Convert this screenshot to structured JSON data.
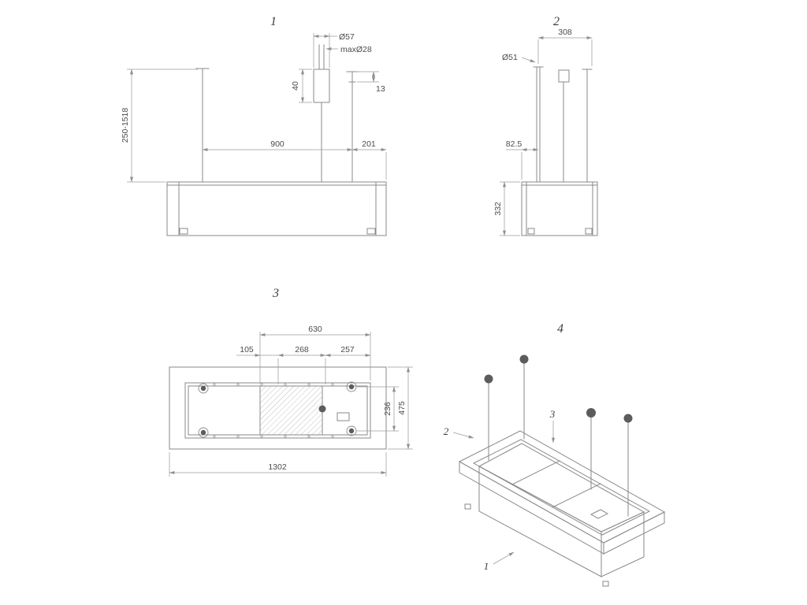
{
  "views": {
    "front": {
      "label": "1",
      "dims": {
        "flange_diameter": "Ø57",
        "max_pipe_diameter": "maxØ28",
        "flange_height": "40",
        "bracket_offset": "13",
        "suspension_span": "900",
        "side_offset": "201",
        "height_range": "250-1518"
      }
    },
    "side": {
      "label": "2",
      "dims": {
        "suspension_span": "308",
        "cable_diameter": "Ø51",
        "edge_offset": "82.5",
        "body_height": "332"
      }
    },
    "plan": {
      "label": "3",
      "dims": {
        "inner_span": "630",
        "segment_a": "105",
        "segment_b": "268",
        "segment_c": "257",
        "mount_spacing": "236",
        "panel_width": "475",
        "overall_length": "1302"
      }
    },
    "iso": {
      "label": "4",
      "callouts": {
        "one": "1",
        "two": "2",
        "three": "3"
      }
    }
  },
  "colors": {
    "background": "#ffffff",
    "object_line": "#8a8a8a",
    "dimension_line": "#9b9b9b",
    "text": "#4c4c4c",
    "fill_dark": "#5c5c5c"
  }
}
